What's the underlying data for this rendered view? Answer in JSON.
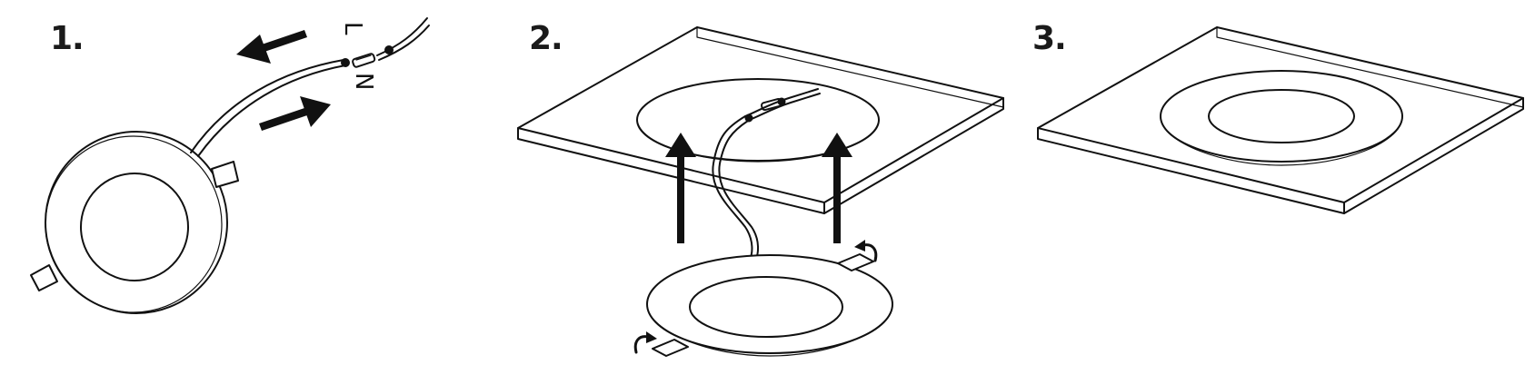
{
  "steps": [
    {
      "number": "1."
    },
    {
      "number": "2."
    },
    {
      "number": "3."
    }
  ],
  "wire_labels": {
    "live": "L",
    "neutral": "N"
  },
  "colors": {
    "stroke": "#111111",
    "background": "#ffffff"
  }
}
